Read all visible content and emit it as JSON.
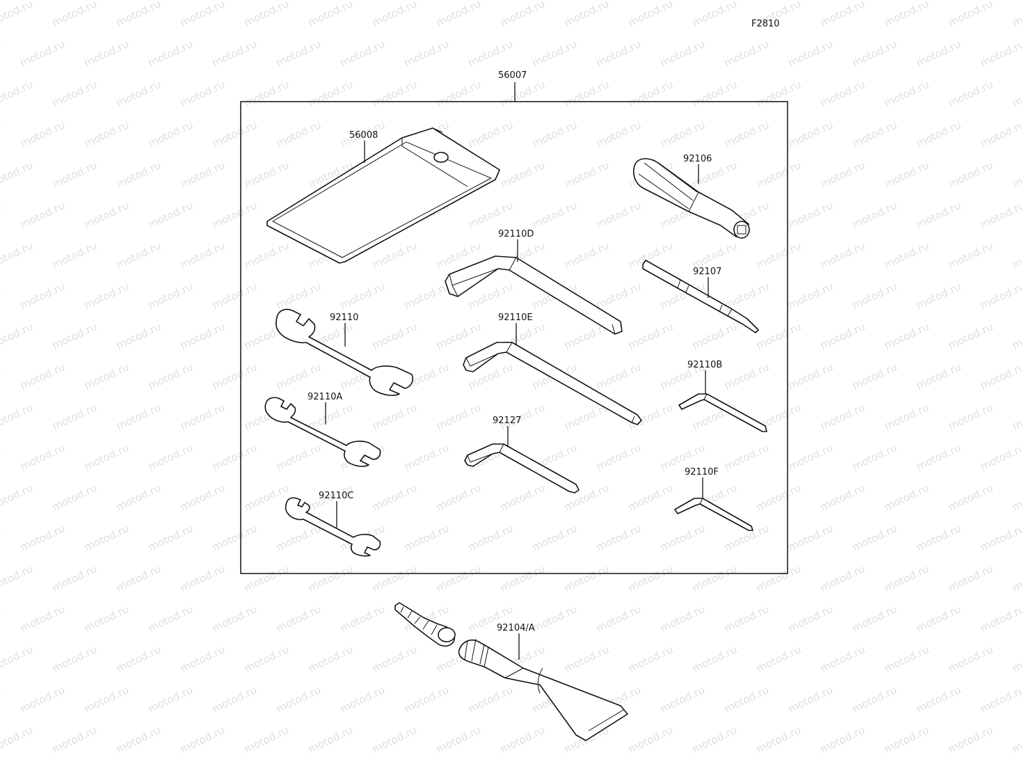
{
  "figure_code": "F2810",
  "watermark": "motod.ru",
  "parts": {
    "kit": "56007",
    "pouch": "56008",
    "screwdriver_grip": "92106",
    "screwdriver_shaft": "92107",
    "hex_key_d": "92110D",
    "hex_key_e": "92110E",
    "hex_key_b": "92110B",
    "hex_key_f": "92110F",
    "hex_key_92127": "92127",
    "wrench_large": "92110",
    "wrench_medium": "92110A",
    "wrench_small": "92110C",
    "plug_wrench_grease": "92104/A"
  }
}
